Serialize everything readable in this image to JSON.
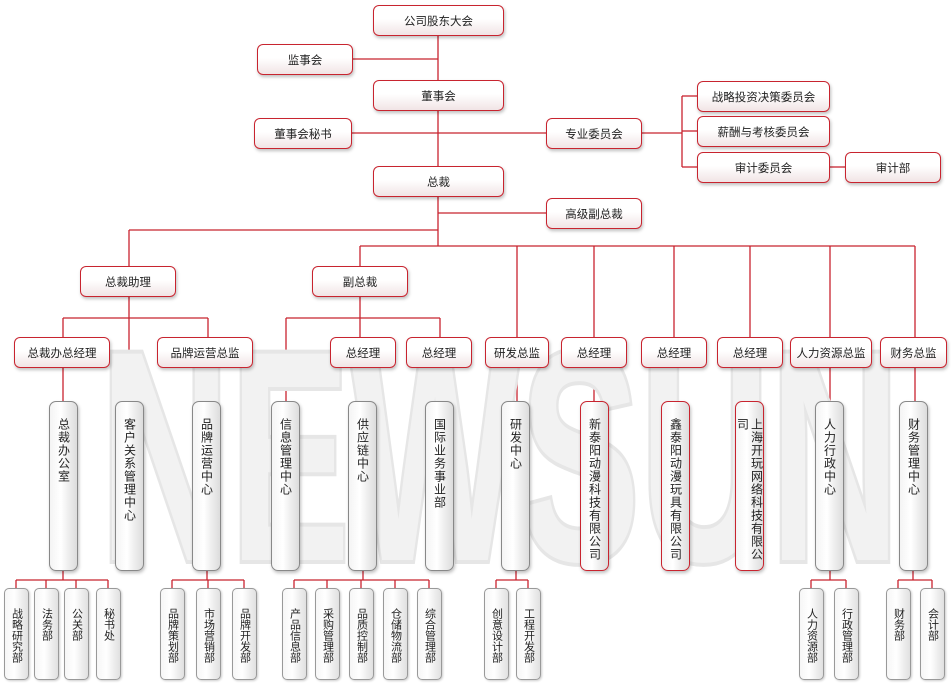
{
  "watermark": "NEWSUN",
  "nodes": {
    "shareholders": "公司股东大会",
    "supervisors": "监事会",
    "board": "董事会",
    "board_secretary": "董事会秘书",
    "special_committee": "专业委员会",
    "strategy_committee": "战略投资决策委员会",
    "compensation_committee": "薪酬与考核委员会",
    "audit_committee": "审计委员会",
    "audit_dept": "审计部",
    "president": "总裁",
    "senior_vp": "高级副总裁",
    "president_assistant": "总裁助理",
    "vice_president": "副总裁",
    "office_gm": "总裁办总经理",
    "brand_director": "品牌运营总监",
    "gm_1": "总经理",
    "gm_2": "总经理",
    "rd_director": "研发总监",
    "gm_3": "总经理",
    "gm_4": "总经理",
    "gm_5": "总经理",
    "hr_director": "人力资源总监",
    "finance_director": "财务总监",
    "president_office": "总裁办公室",
    "crm_center": "客户关系管理中心",
    "brand_center": "品牌运营中心",
    "info_center": "信息管理中心",
    "supply_center": "供应链中心",
    "intl_dept": "国际业务事业部",
    "rd_center": "研发中心",
    "xintai_company": "新泰阳动漫科技有限公司",
    "xintai_toys": "鑫泰阳动漫玩具有限公司",
    "shanghai_company": "上海开玩网络科技有限公司",
    "hr_center": "人力行政中心",
    "finance_center": "财务管理中心"
  },
  "departments": {
    "strategy_research": "战略研究部",
    "legal": "法务部",
    "pr": "公关部",
    "secretariat": "秘书处",
    "brand_planning": "品牌策划部",
    "marketing": "市场营销部",
    "brand_dev": "品牌开发部",
    "product_info": "产品信息部",
    "purchasing": "采购管理部",
    "quality": "品质控制部",
    "logistics": "仓储物流部",
    "general_mgmt": "综合管理部",
    "creative_design": "创意设计部",
    "engineering": "工程开发部",
    "hr_dept": "人力资源部",
    "admin": "行政管理部",
    "finance_dept": "财务部",
    "accounting": "会计部"
  },
  "colors": {
    "accent": "#c8242f",
    "line": "#c8242f",
    "gray_border": "#888888",
    "watermark": "#eeeeee"
  }
}
